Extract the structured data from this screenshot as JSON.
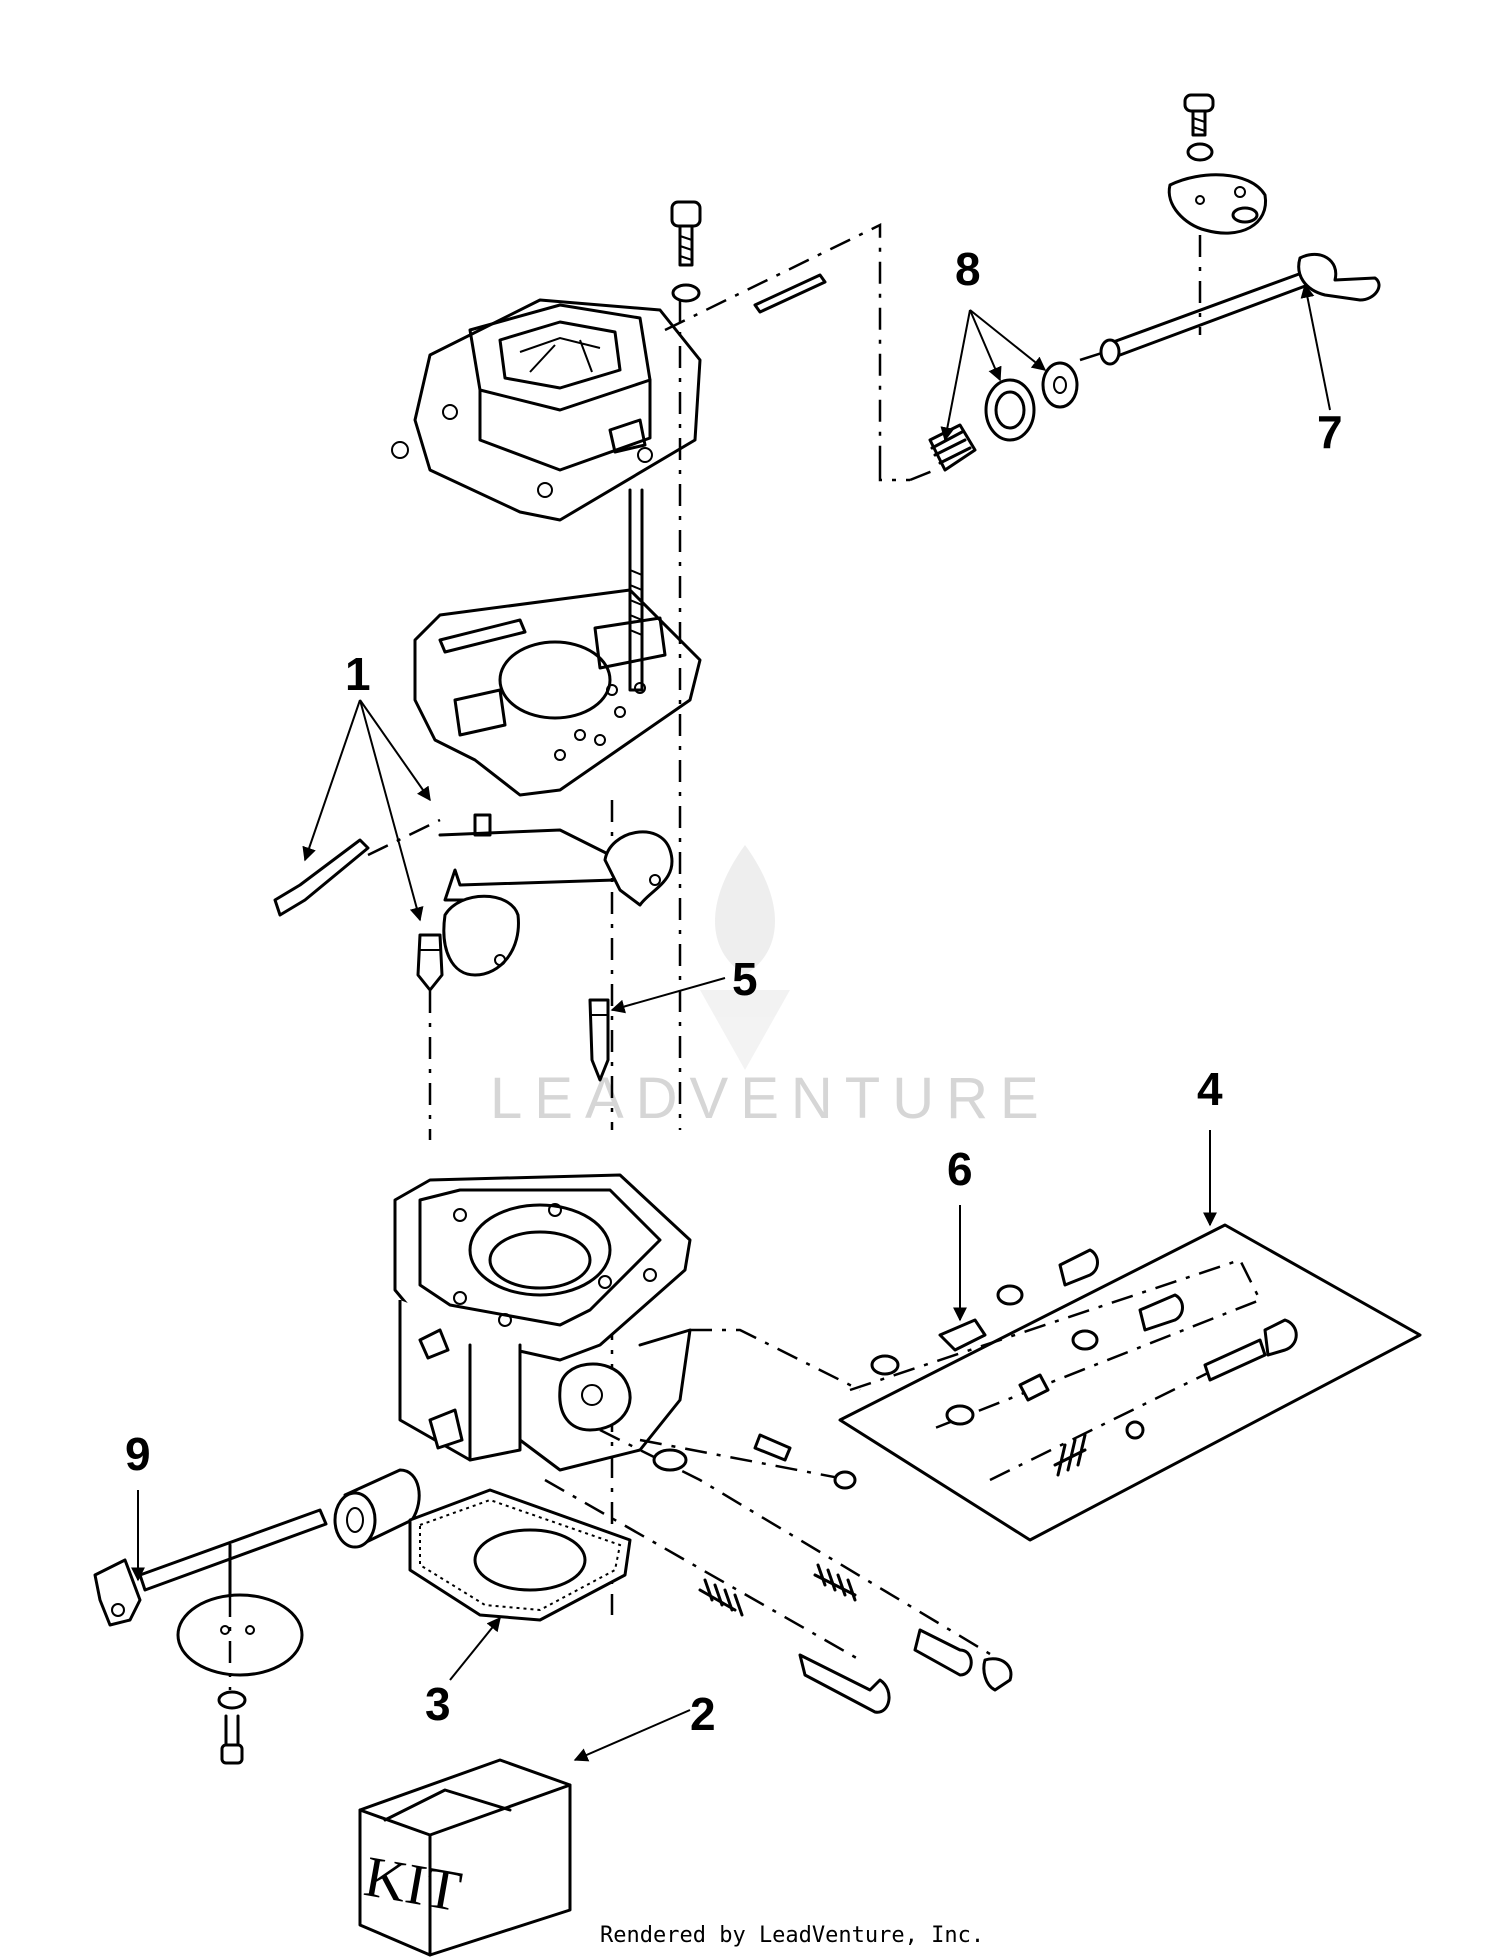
{
  "callouts": [
    {
      "id": "1",
      "label": "1"
    },
    {
      "id": "2",
      "label": "2"
    },
    {
      "id": "3",
      "label": "3"
    },
    {
      "id": "4",
      "label": "4"
    },
    {
      "id": "5",
      "label": "5"
    },
    {
      "id": "6",
      "label": "6"
    },
    {
      "id": "7",
      "label": "7"
    },
    {
      "id": "8",
      "label": "8"
    },
    {
      "id": "9",
      "label": "9"
    }
  ],
  "kit_box_text": "KIT",
  "watermark": "LEADVENTURE",
  "footer": "Rendered by LeadVenture, Inc."
}
